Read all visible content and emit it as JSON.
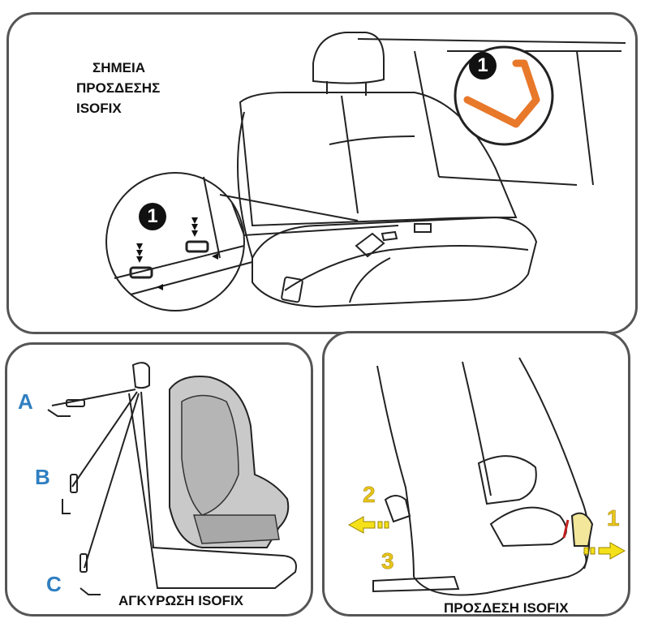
{
  "top_panel": {
    "title_lines": [
      "ΣΗΜΕΙΑ",
      "ΠΡΟΣΔΕΣΗΣ",
      "ISOFIX"
    ],
    "badge_zoom": "1",
    "badge_detail": "1"
  },
  "bottom_left_panel": {
    "letters": [
      "A",
      "B",
      "C"
    ],
    "caption": "ΑΓΚΥΡΩΣΗ ISOFIX"
  },
  "bottom_right_panel": {
    "steps": [
      "1",
      "2",
      "3"
    ],
    "caption": "ΠΡΟΣΔΕΣΗ ISOFIX"
  },
  "colors": {
    "frame": "#555555",
    "anchor_bar": "#e8782a",
    "letter_blue": "#2f7fc1",
    "arrow_yellow": "#f5e11a",
    "seat_gray": "#c9c9c9"
  }
}
